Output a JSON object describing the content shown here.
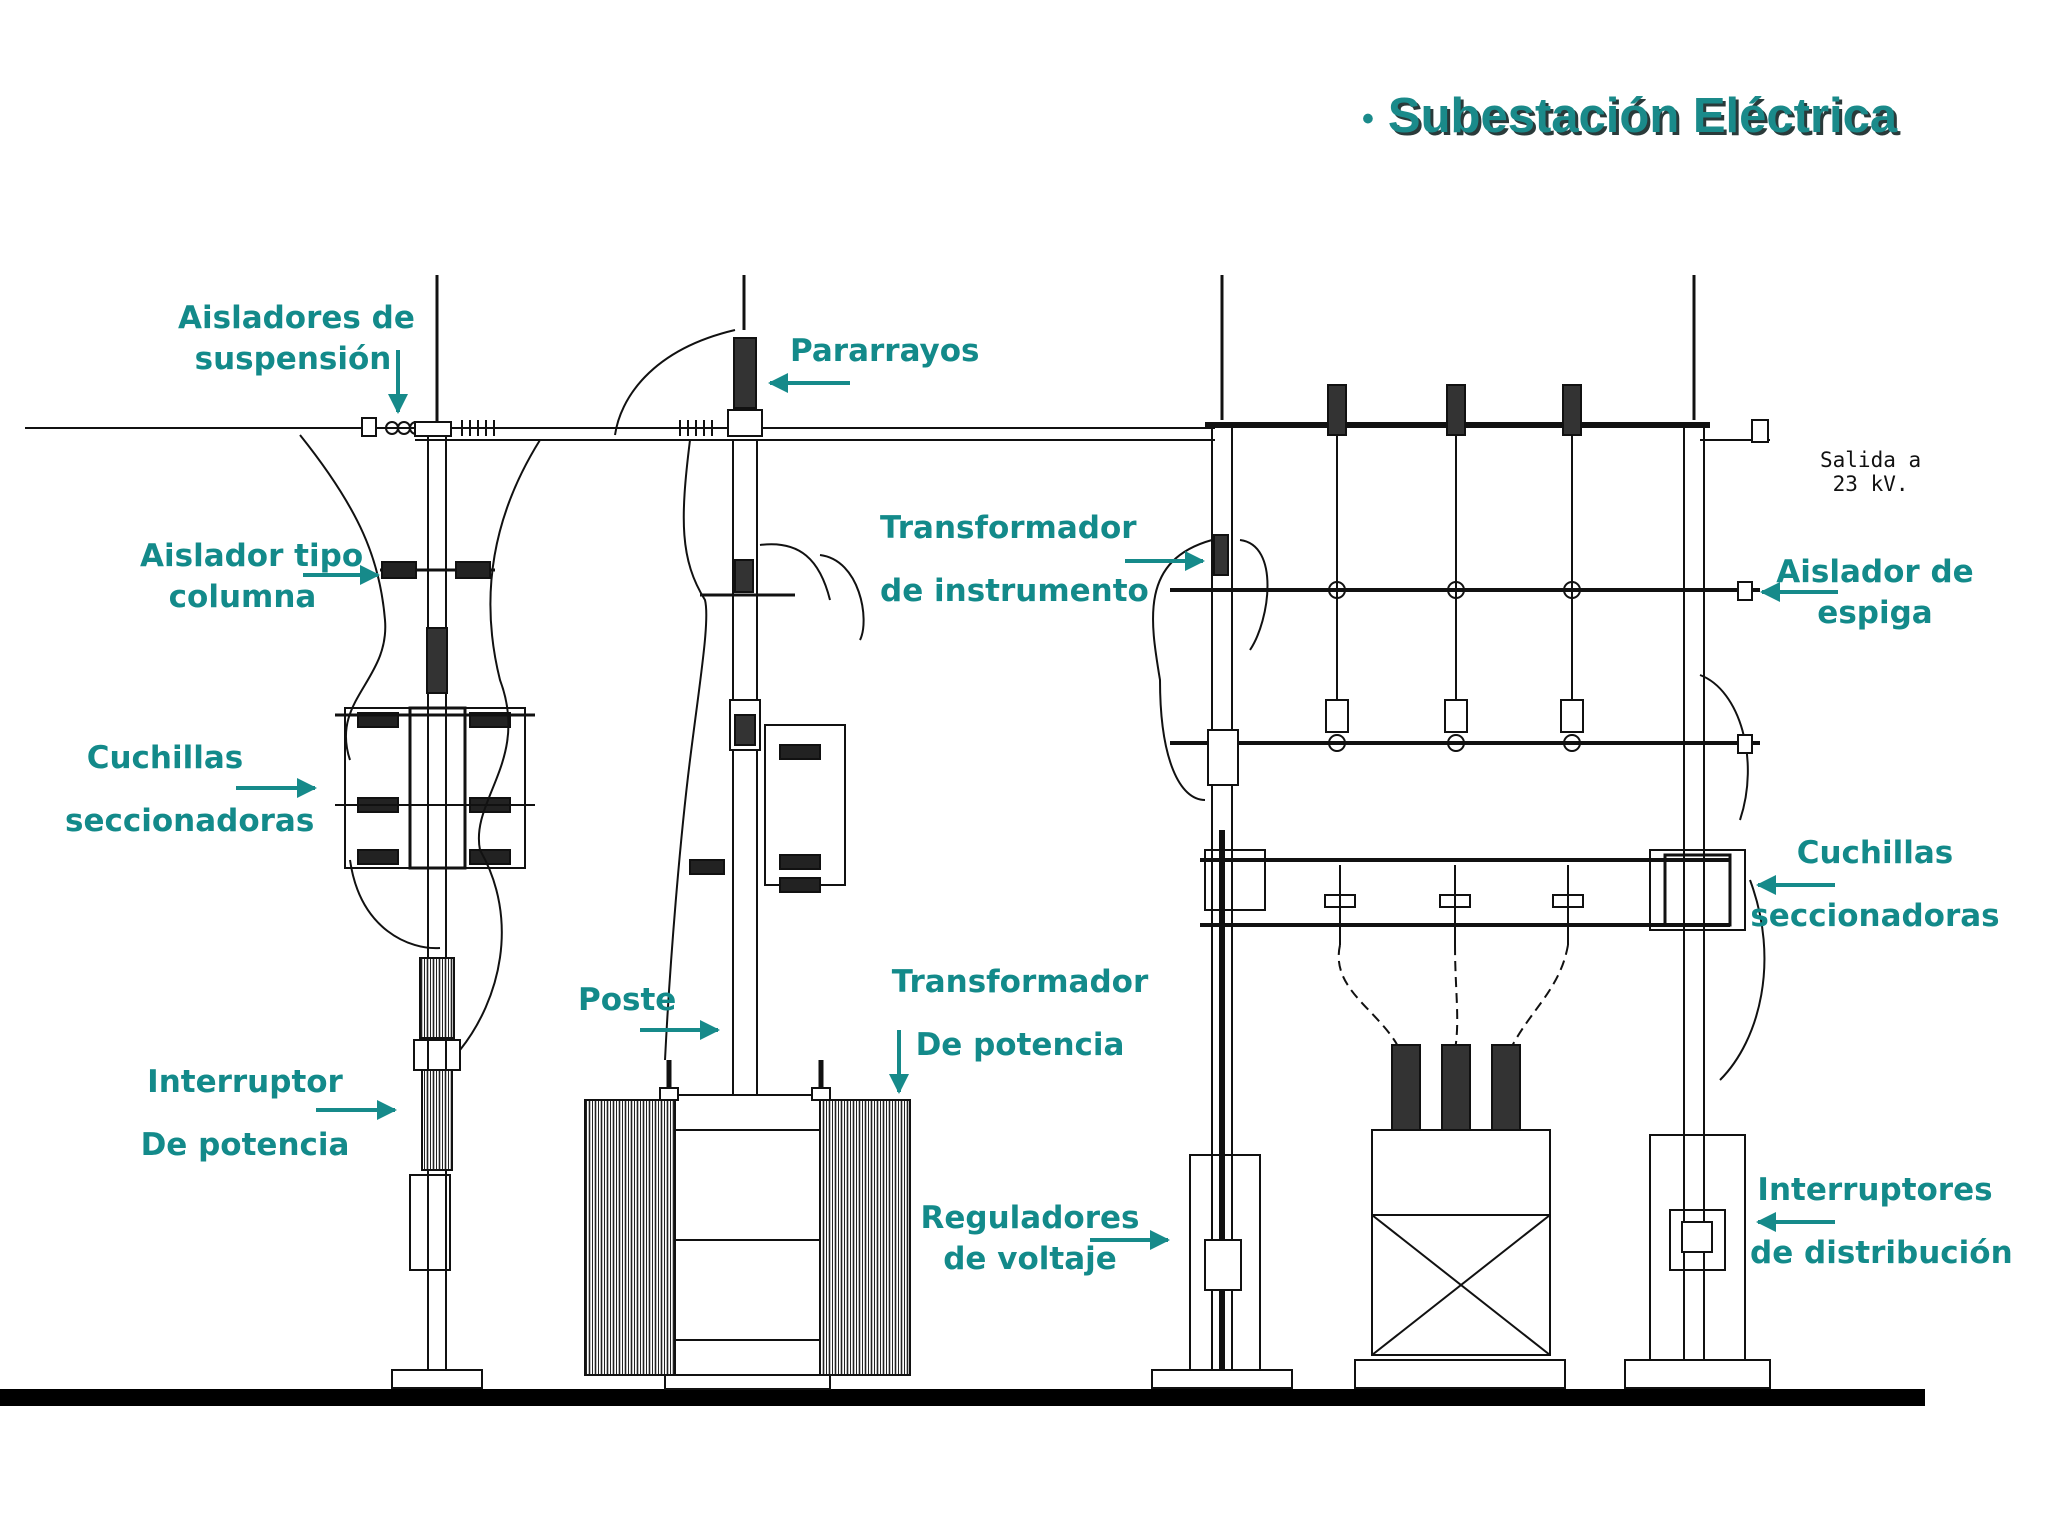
{
  "title": "Subestación Eléctrica",
  "bullet": "•",
  "colors": {
    "label": "#138a8a",
    "arrow": "#168a8a",
    "drawing": "#111111",
    "ground": "#000000"
  },
  "labels": {
    "aisladores_suspension": [
      "Aisladores de",
      "suspensión"
    ],
    "aislador_columna": [
      "Aislador tipo",
      "columna"
    ],
    "cuchillas_left": [
      "Cuchillas",
      "seccionadoras"
    ],
    "interruptor_potencia": [
      "Interruptor",
      "De potencia"
    ],
    "pararrayos": "Pararrayos",
    "poste": "Poste",
    "transformador_instrumento": [
      "Transformador",
      "de instrumento"
    ],
    "transformador_potencia": [
      "Transformador",
      "De potencia"
    ],
    "reguladores_voltaje": [
      "Reguladores",
      "de voltaje"
    ],
    "aislador_espiga": [
      "Aislador de",
      "espiga"
    ],
    "cuchillas_right": [
      "Cuchillas",
      "seccionadoras"
    ],
    "interruptores_distribucion": [
      "Interruptores",
      "de distribución"
    ]
  },
  "drawing_note": [
    "Salida a",
    "23 kV."
  ]
}
